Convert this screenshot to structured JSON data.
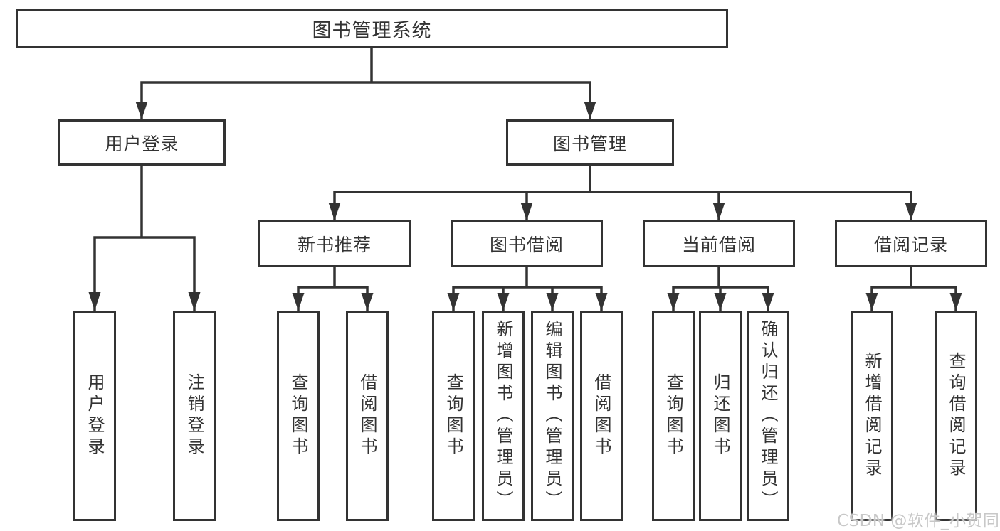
{
  "diagram": {
    "nodes": {
      "root": {
        "label": "图书管理系统"
      },
      "user_login": {
        "label": "用户登录"
      },
      "book_management": {
        "label": "图书管理"
      },
      "new_book_recommend": {
        "label": "新书推荐"
      },
      "book_borrow": {
        "label": "图书借阅"
      },
      "current_borrow": {
        "label": "当前借阅"
      },
      "borrow_records": {
        "label": "借阅记录"
      },
      "leaf_user_login": {
        "label": "用户登录"
      },
      "leaf_logout": {
        "label": "注销登录"
      },
      "leaf_rec_query_books": {
        "label": "查询图书"
      },
      "leaf_rec_borrow_books": {
        "label": "借阅图书"
      },
      "leaf_bb_query_books": {
        "label": "查询图书"
      },
      "leaf_bb_add_books": {
        "label": "新增图书（管理员）"
      },
      "leaf_bb_edit_books": {
        "label": "编辑图书（管理员）"
      },
      "leaf_bb_borrow_books": {
        "label": "借阅图书"
      },
      "leaf_cb_query_books": {
        "label": "查询图书"
      },
      "leaf_cb_return_books": {
        "label": "归还图书"
      },
      "leaf_cb_confirm_return": {
        "label": "确认归还（管理员）"
      },
      "leaf_br_add_record": {
        "label": "新增借阅记录"
      },
      "leaf_br_query_record": {
        "label": "查询借阅记录"
      }
    },
    "structure": [
      {
        "parent": "图书管理系统",
        "children": [
          "用户登录",
          "图书管理"
        ]
      },
      {
        "parent": "用户登录",
        "children": [
          "用户登录",
          "注销登录"
        ]
      },
      {
        "parent": "图书管理",
        "children": [
          "新书推荐",
          "图书借阅",
          "当前借阅",
          "借阅记录"
        ]
      },
      {
        "parent": "新书推荐",
        "children": [
          "查询图书",
          "借阅图书"
        ]
      },
      {
        "parent": "图书借阅",
        "children": [
          "查询图书",
          "新增图书（管理员）",
          "编辑图书（管理员）",
          "借阅图书"
        ]
      },
      {
        "parent": "当前借阅",
        "children": [
          "查询图书",
          "归还图书",
          "确认归还（管理员）"
        ]
      },
      {
        "parent": "借阅记录",
        "children": [
          "新增借阅记录",
          "查询借阅记录"
        ]
      }
    ],
    "colors": {
      "line": "#333333",
      "box_border": "#333333",
      "text": "#333333",
      "background": "#ffffff"
    }
  },
  "watermark": {
    "text": "CSDN @软件_小贺同学",
    "color": "#c8c8c8"
  }
}
